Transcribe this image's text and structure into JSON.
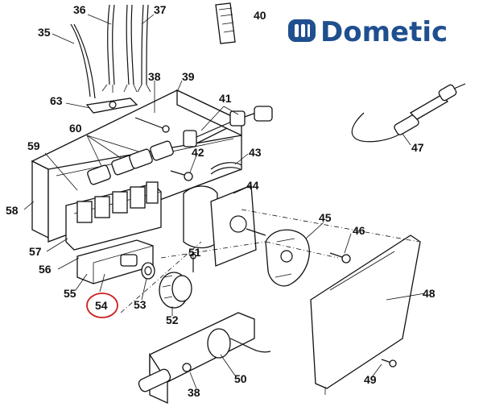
{
  "brand": {
    "name": "Dometic",
    "color": "#1f4f8f"
  },
  "labels": {
    "l36": "36",
    "l37": "37",
    "l40": "40",
    "l35": "35",
    "l38a": "38",
    "l39": "39",
    "l63": "63",
    "l41": "41",
    "l60": "60",
    "l59": "59",
    "l42": "42",
    "l43": "43",
    "l47": "47",
    "l44": "44",
    "l58": "58",
    "l45": "45",
    "l46": "46",
    "l57": "57",
    "l56": "56",
    "l51": "51",
    "l55": "55",
    "l54": "54",
    "l53": "53",
    "l52": "52",
    "l48": "48",
    "l50": "50",
    "l49": "49",
    "l38b": "38"
  },
  "highlight": {
    "part": "54",
    "color": "#cc1f1f"
  }
}
